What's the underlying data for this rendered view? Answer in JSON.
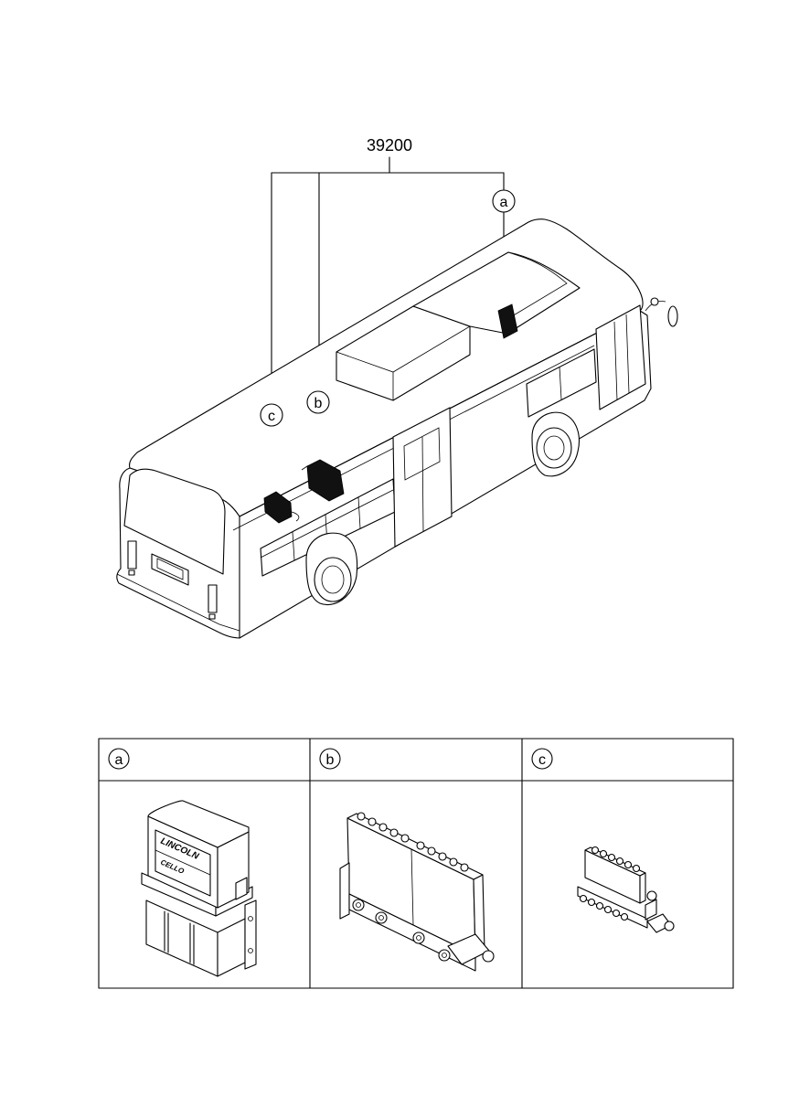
{
  "diagram": {
    "part_number": "39200",
    "callouts": {
      "a": "a",
      "b": "b",
      "c": "c"
    },
    "table": {
      "headers": [
        "a",
        "b",
        "c"
      ]
    },
    "component_a": {
      "brand_line1": "LINCOLN",
      "brand_line2": "CELLO"
    }
  }
}
